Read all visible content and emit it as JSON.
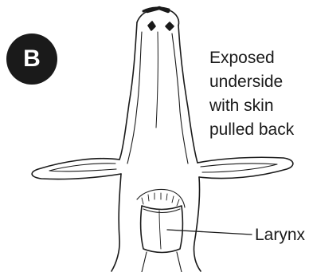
{
  "figure": {
    "badge_letter": "B",
    "caption_lines": [
      "Exposed",
      "underside",
      "with skin",
      "pulled back"
    ],
    "larynx_label": "Larynx",
    "ink_color": "#1a1a1a",
    "badge_color": "#1a1a1a"
  }
}
